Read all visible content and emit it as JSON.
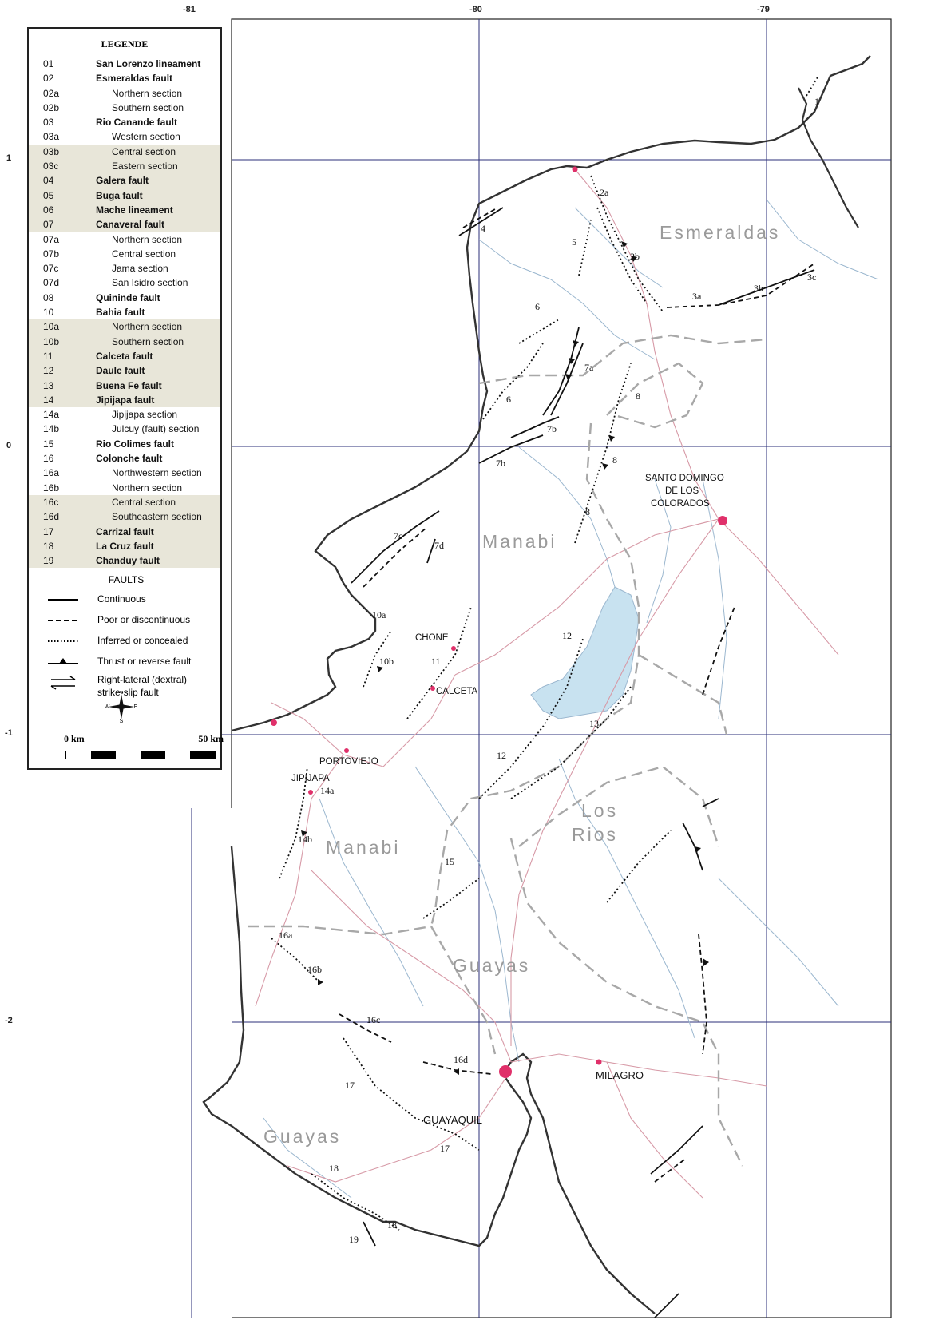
{
  "coordinates": {
    "longitudes": [
      "-81",
      "-80",
      "-79"
    ],
    "latitudes": [
      "1",
      "0",
      "-1",
      "-2"
    ]
  },
  "legend": {
    "title": "LEGENDE",
    "items": [
      {
        "code": "01",
        "name": "San Lorenzo lineament",
        "bold": true,
        "shaded": false
      },
      {
        "code": "02",
        "name": "Esmeraldas fault",
        "bold": true,
        "shaded": false
      },
      {
        "code": "02a",
        "name": "Northern section",
        "bold": false,
        "shaded": false
      },
      {
        "code": "02b",
        "name": "Southern section",
        "bold": false,
        "shaded": false
      },
      {
        "code": "03",
        "name": "Rio Canande fault",
        "bold": true,
        "shaded": false
      },
      {
        "code": "03a",
        "name": "Western section",
        "bold": false,
        "shaded": false
      },
      {
        "code": "03b",
        "name": "Central section",
        "bold": false,
        "shaded": true
      },
      {
        "code": "03c",
        "name": "Eastern section",
        "bold": false,
        "shaded": true
      },
      {
        "code": "04",
        "name": "Galera fault",
        "bold": true,
        "shaded": true
      },
      {
        "code": "05",
        "name": "Buga fault",
        "bold": true,
        "shaded": true
      },
      {
        "code": "06",
        "name": "Mache lineament",
        "bold": true,
        "shaded": true
      },
      {
        "code": "07",
        "name": "Canaveral fault",
        "bold": true,
        "shaded": true
      },
      {
        "code": "07a",
        "name": "Northern section",
        "bold": false,
        "shaded": false
      },
      {
        "code": "07b",
        "name": "Central section",
        "bold": false,
        "shaded": false
      },
      {
        "code": "07c",
        "name": "Jama section",
        "bold": false,
        "shaded": false
      },
      {
        "code": "07d",
        "name": "San Isidro section",
        "bold": false,
        "shaded": false
      },
      {
        "code": "08",
        "name": "Quininde fault",
        "bold": true,
        "shaded": false
      },
      {
        "code": "10",
        "name": "Bahia fault",
        "bold": true,
        "shaded": false
      },
      {
        "code": "10a",
        "name": "Northern section",
        "bold": false,
        "shaded": true
      },
      {
        "code": "10b",
        "name": "Southern section",
        "bold": false,
        "shaded": true
      },
      {
        "code": "11",
        "name": "Calceta fault",
        "bold": true,
        "shaded": true
      },
      {
        "code": "12",
        "name": "Daule fault",
        "bold": true,
        "shaded": true
      },
      {
        "code": "13",
        "name": "Buena Fe fault",
        "bold": true,
        "shaded": true
      },
      {
        "code": "14",
        "name": "Jipijapa fault",
        "bold": true,
        "shaded": true
      },
      {
        "code": "14a",
        "name": "Jipijapa section",
        "bold": false,
        "shaded": false
      },
      {
        "code": "14b",
        "name": "Julcuy (fault) section",
        "bold": false,
        "shaded": false
      },
      {
        "code": "15",
        "name": "Rio Colimes fault",
        "bold": true,
        "shaded": false
      },
      {
        "code": "16",
        "name": "Colonche fault",
        "bold": true,
        "shaded": false
      },
      {
        "code": "16a",
        "name": "Northwestern section",
        "bold": false,
        "shaded": false
      },
      {
        "code": "16b",
        "name": "Northern section",
        "bold": false,
        "shaded": false
      },
      {
        "code": "16c",
        "name": "Central section",
        "bold": false,
        "shaded": true
      },
      {
        "code": "16d",
        "name": "Southeastern section",
        "bold": false,
        "shaded": true
      },
      {
        "code": "17",
        "name": "Carrizal fault",
        "bold": true,
        "shaded": true
      },
      {
        "code": "18",
        "name": "La Cruz fault",
        "bold": true,
        "shaded": true
      },
      {
        "code": "19",
        "name": "Chanduy fault",
        "bold": true,
        "shaded": true
      }
    ],
    "faults_title": "FAULTS",
    "fault_types": [
      "Continuous",
      "Poor or discontinuous",
      "Inferred or concealed",
      "Thrust or reverse fault",
      "Right-lateral (dextral)",
      "strike-slip fault"
    ],
    "compass": {
      "n": "N",
      "s": "S",
      "e": "E",
      "w": "W"
    },
    "scale": {
      "start": "0 km",
      "end": "50 km"
    }
  },
  "provinces": [
    "Esmeraldas",
    "Manabi",
    "Manabi",
    "Los",
    "Rios",
    "Guayas",
    "Guayas"
  ],
  "cities": [
    "SANTO DOMINGO",
    "DE LOS",
    "COLORADOS",
    "CHONE",
    "CALCETA",
    "PORTOVIEJO",
    "JIPIJAPA",
    "GUAYAQUIL",
    "MILAGRO"
  ],
  "fault_labels": [
    "1",
    "2a",
    "2b",
    "3a",
    "3b",
    "3c",
    "4",
    "5",
    "6",
    "6",
    "7a",
    "7b",
    "7b",
    "7c",
    "7d",
    "8",
    "8",
    "8",
    "10a",
    "10b",
    "11",
    "12",
    "12",
    "13",
    "14a",
    "14b",
    "15",
    "16a",
    "16b",
    "16c",
    "16d",
    "17",
    "17",
    "18",
    "18",
    "19"
  ],
  "colors": {
    "coastline": "#333333",
    "river": "#9bb7cf",
    "road": "#d79aa7",
    "province_border": "#a8a8a8",
    "grid": "#2b2f7a",
    "lake": "#c8e2f0",
    "city": "#e0306a",
    "legend_shade": "#e8e6d9"
  }
}
